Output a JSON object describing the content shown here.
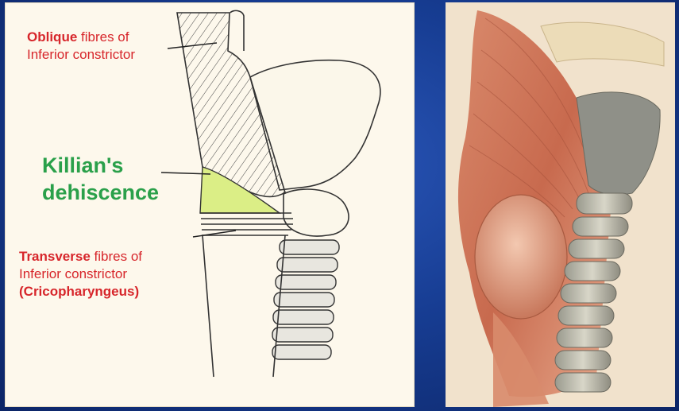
{
  "figure": {
    "left_panel": {
      "labels": {
        "oblique": {
          "bold": "Oblique",
          "rest_line1": " fibres of",
          "line2": "Inferior constrictor"
        },
        "killian": {
          "line1": "Killian's",
          "line2": "dehiscence"
        },
        "transverse": {
          "bold": "Transverse",
          "rest_line1": " fibres of",
          "line2": "Inferior constrictor",
          "line3": "(Cricopharyngeus)"
        }
      }
    },
    "colors": {
      "label_red": "#d7262b",
      "killian_green": "#2aa04a",
      "dehiscence_fill": "#dbee86",
      "background_blue": "#173d93"
    }
  }
}
